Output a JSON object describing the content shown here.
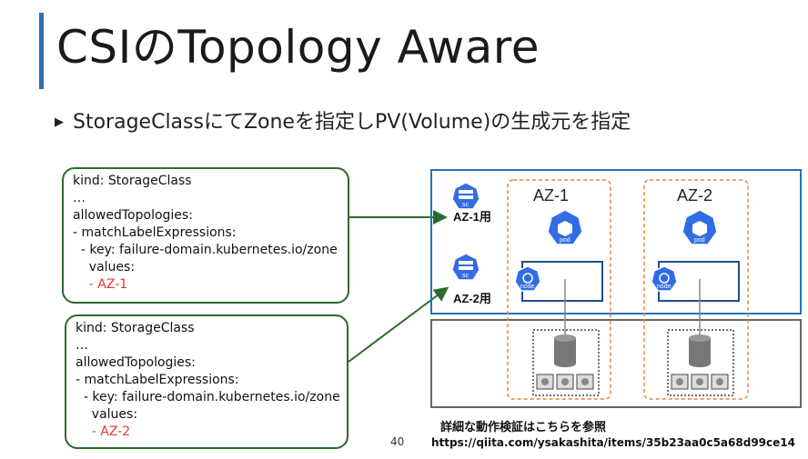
{
  "slide": {
    "title": "CSIのTopology Aware",
    "bullet": "StorageClassにてZoneを指定しPV(Volume)の生成元を指定",
    "bullet_marker": "▶",
    "page_number": "40",
    "note_heading": "詳細な動作検証はこちらを参照",
    "note_url": "https://qiita.com/ysakashita/items/35b23aa0c5a68d99ce14"
  },
  "yaml_blocks": [
    {
      "lines": [
        "kind: StorageClass",
        "…",
        "allowedTopologies:",
        "- matchLabelExpressions:",
        "  - key: failure-domain.kubernetes.io/zone",
        "    values:"
      ],
      "value": "    - AZ-1"
    },
    {
      "lines": [
        "kind: StorageClass",
        "…",
        "allowedTopologies:",
        "- matchLabelExpressions:",
        "  - key: failure-domain.kubernetes.io/zone",
        "    values:"
      ],
      "value": "    - AZ-2"
    }
  ],
  "diagram": {
    "zones": [
      "AZ-1",
      "AZ-2"
    ],
    "storage_classes": [
      "AZ-1用",
      "AZ-2用"
    ],
    "icons": {
      "sc": "sc",
      "pod": "pod",
      "node": "node"
    },
    "colors": {
      "accent": "#2f6fb3",
      "k8s_blue": "#326ce5",
      "cluster_border": "#1f72b8",
      "storage_border": "#666666",
      "zone_border": "#e8843c",
      "arrow": "#2d6a2d",
      "value_red": "#e03a30"
    }
  }
}
